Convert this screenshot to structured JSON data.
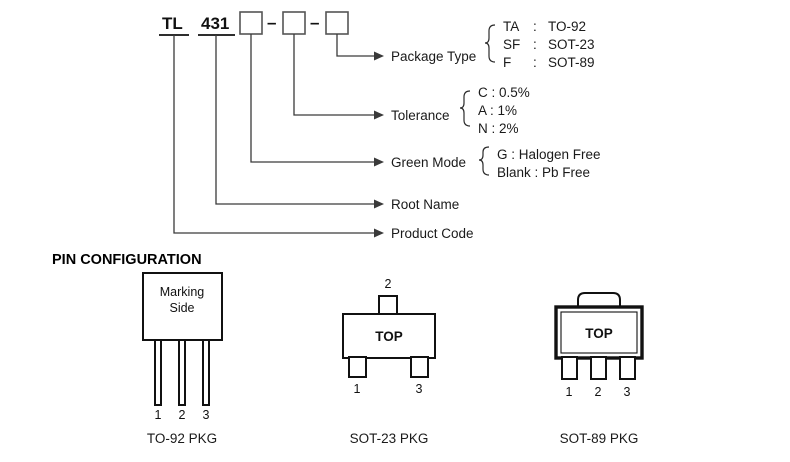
{
  "part_number": {
    "prefix": "TL",
    "root": "431",
    "separator": "–",
    "box_count": 3
  },
  "callouts": [
    {
      "name": "package-type",
      "label": "Package Type",
      "options": [
        {
          "code": "TA",
          "sep": ":",
          "value": "TO-92"
        },
        {
          "code": "SF",
          "sep": ":",
          "value": "SOT-23"
        },
        {
          "code": "F",
          "sep": ":",
          "value": "SOT-89"
        }
      ]
    },
    {
      "name": "tolerance",
      "label": "Tolerance",
      "options": [
        {
          "code": "C : 0.5%"
        },
        {
          "code": "A : 1%"
        },
        {
          "code": "N : 2%"
        }
      ]
    },
    {
      "name": "green-mode",
      "label": "Green Mode",
      "options": [
        {
          "code": "G : Halogen Free"
        },
        {
          "code": "Blank : Pb Free"
        }
      ]
    },
    {
      "name": "root-name",
      "label": "Root Name",
      "options": []
    },
    {
      "name": "product-code",
      "label": "Product Code",
      "options": []
    }
  ],
  "pin_configuration": {
    "heading": "PIN CONFIGURATION",
    "packages": [
      {
        "name": "to-92",
        "caption": "TO-92 PKG",
        "body_label_line1": "Marking",
        "body_label_line2": "Side",
        "pins": [
          "1",
          "2",
          "3"
        ]
      },
      {
        "name": "sot-23",
        "caption": "SOT-23 PKG",
        "body_label": "TOP",
        "top_pin": "2",
        "pins": [
          "1",
          "3"
        ]
      },
      {
        "name": "sot-89",
        "caption": "SOT-89 PKG",
        "body_label": "TOP",
        "pins": [
          "1",
          "2",
          "3"
        ]
      }
    ]
  },
  "colors": {
    "line": "#3a3a3a",
    "outline": "#111111",
    "text": "#1a1a1a",
    "background": "#ffffff"
  }
}
